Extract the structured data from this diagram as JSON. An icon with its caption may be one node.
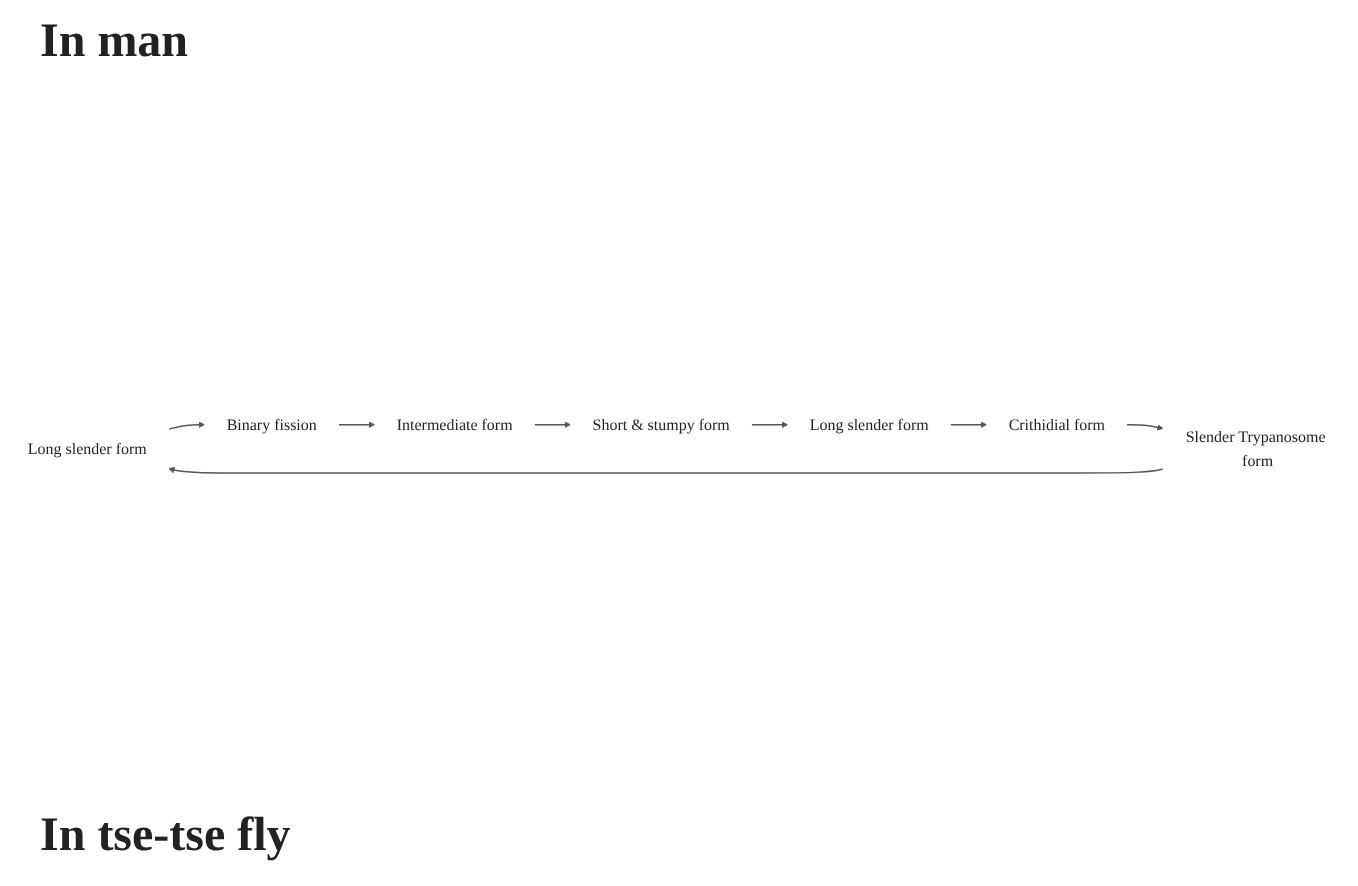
{
  "diagram": {
    "nodes": [
      {
        "text": [
          "Long slender form"
        ]
      },
      {
        "text": [
          "Binary fission"
        ]
      },
      {
        "text": [
          "Intermediate form"
        ]
      },
      {
        "text": [
          "Short & stumpy form"
        ]
      },
      {
        "text": [
          "Long slender form"
        ]
      },
      {
        "text": [
          "Crithidial form"
        ]
      },
      {
        "text": [
          "Slender Trypanosome form"
        ]
      }
    ],
    "edges": [
      {
        "from": 0,
        "to": 1,
        "arrow": "to"
      },
      {
        "from": 1,
        "to": 2,
        "arrow": "to"
      },
      {
        "from": 2,
        "to": 3,
        "arrow": "to"
      },
      {
        "from": 3,
        "to": 4,
        "arrow": "to"
      },
      {
        "from": 4,
        "to": 5,
        "arrow": "to"
      },
      {
        "from": 5,
        "to": 6,
        "arrow": "to"
      },
      {
        "from": 6,
        "to": 0,
        "arrow": "to"
      }
    ],
    "labels": [
      "In man",
      "In tse-tse fly"
    ]
  }
}
